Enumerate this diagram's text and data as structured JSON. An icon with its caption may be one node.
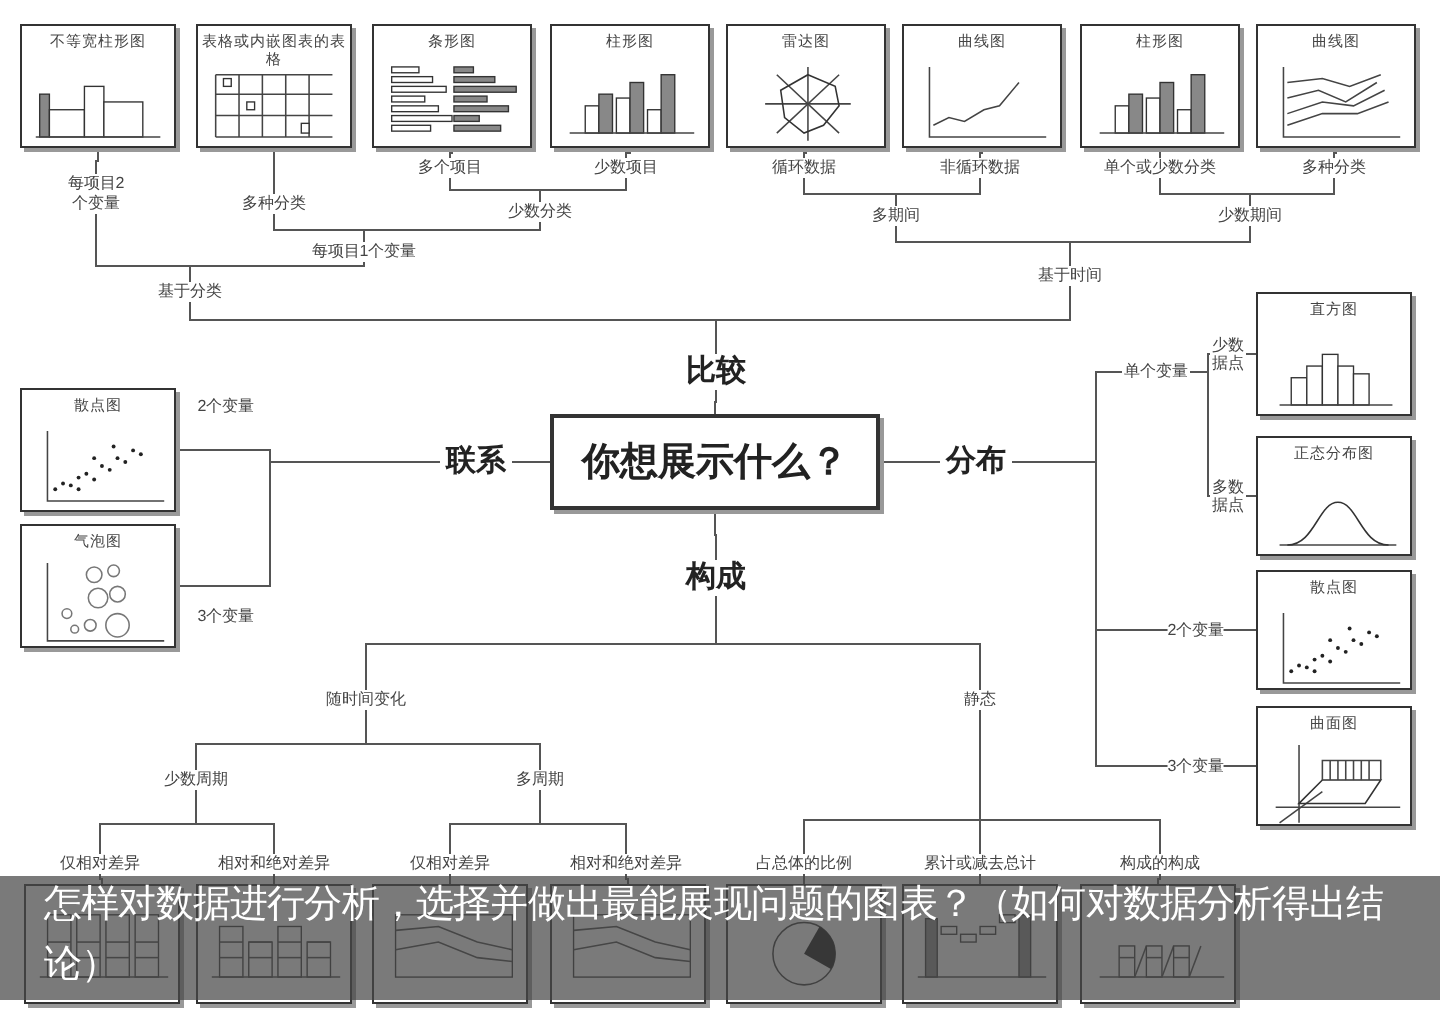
{
  "diagram": {
    "caption": "怎样对数据进行分析，选择并做出最能展现问题的图表？（如何对数据分析得出结论）",
    "nodes": [
      {
        "text": [
          "你想展示什么？"
        ]
      },
      {
        "text": [
          "比较"
        ]
      },
      {
        "text": [
          "联系"
        ]
      },
      {
        "text": [
          "分布"
        ]
      },
      {
        "text": [
          "构成"
        ]
      },
      {
        "text": [
          "基于分类"
        ]
      },
      {
        "text": [
          "基于时间"
        ]
      },
      {
        "text": [
          "每项目2个变量"
        ]
      },
      {
        "text": [
          "每项目1个变量"
        ]
      },
      {
        "text": [
          "多种分类"
        ]
      },
      {
        "text": [
          "少数分类"
        ]
      },
      {
        "text": [
          "多个项目"
        ]
      },
      {
        "text": [
          "少数项目"
        ]
      },
      {
        "text": [
          "多期间"
        ]
      },
      {
        "text": [
          "少数期间"
        ]
      },
      {
        "text": [
          "循环数据"
        ]
      },
      {
        "text": [
          "非循环数据"
        ]
      },
      {
        "text": [
          "单个或少数分类"
        ]
      },
      {
        "text": [
          "多种分类"
        ]
      },
      {
        "text": [
          "不等宽柱形图"
        ]
      },
      {
        "text": [
          "表格或内嵌图表的表格"
        ]
      },
      {
        "text": [
          "条形图"
        ]
      },
      {
        "text": [
          "柱形图"
        ]
      },
      {
        "text": [
          "雷达图"
        ]
      },
      {
        "text": [
          "曲线图"
        ]
      },
      {
        "text": [
          "柱形图"
        ]
      },
      {
        "text": [
          "曲线图"
        ]
      },
      {
        "text": [
          "散点图"
        ]
      },
      {
        "text": [
          "气泡图"
        ]
      },
      {
        "text": [
          "单个变量"
        ]
      },
      {
        "text": [
          "直方图"
        ]
      },
      {
        "text": [
          "正态分布图"
        ]
      },
      {
        "text": [
          "散点图"
        ]
      },
      {
        "text": [
          "曲面图"
        ]
      },
      {
        "text": [
          "随时间变化"
        ]
      },
      {
        "text": [
          "静态"
        ]
      },
      {
        "text": [
          "少数周期"
        ]
      },
      {
        "text": [
          "多周期"
        ]
      },
      {
        "text": [
          "仅相对差异"
        ]
      },
      {
        "text": [
          "相对和绝对差异"
        ]
      },
      {
        "text": [
          "仅相对差异"
        ]
      },
      {
        "text": [
          "相对和绝对差异"
        ]
      },
      {
        "text": [
          "占总体的比例"
        ]
      },
      {
        "text": [
          "累计或减去总计"
        ]
      },
      {
        "text": [
          "构成的构成"
        ]
      },
      {
        "text": [],
        "shape": "picture"
      },
      {
        "text": [],
        "shape": "picture"
      },
      {
        "text": [],
        "shape": "picture"
      },
      {
        "text": [],
        "shape": "picture"
      },
      {
        "text": [],
        "shape": "picture"
      },
      {
        "text": [],
        "shape": "picture"
      },
      {
        "text": [],
        "shape": "picture"
      }
    ],
    "edges": [
      {
        "from": 0,
        "to": 1,
        "arrow": "none"
      },
      {
        "from": 0,
        "to": 2,
        "arrow": "none"
      },
      {
        "from": 0,
        "to": 3,
        "arrow": "none"
      },
      {
        "from": 0,
        "to": 4,
        "arrow": "none"
      },
      {
        "from": 1,
        "to": 5,
        "arrow": "none"
      },
      {
        "from": 1,
        "to": 6,
        "arrow": "none"
      },
      {
        "from": 5,
        "to": 7,
        "arrow": "none"
      },
      {
        "from": 5,
        "to": 8,
        "arrow": "none"
      },
      {
        "from": 7,
        "to": 19,
        "arrow": "none"
      },
      {
        "from": 8,
        "to": 9,
        "arrow": "none"
      },
      {
        "from": 8,
        "to": 10,
        "arrow": "none"
      },
      {
        "from": 9,
        "to": 20,
        "arrow": "none"
      },
      {
        "from": 10,
        "to": 11,
        "arrow": "none"
      },
      {
        "from": 10,
        "to": 12,
        "arrow": "none"
      },
      {
        "from": 11,
        "to": 21,
        "arrow": "none"
      },
      {
        "from": 12,
        "to": 22,
        "arrow": "none"
      },
      {
        "from": 6,
        "to": 13,
        "arrow": "none"
      },
      {
        "from": 6,
        "to": 14,
        "arrow": "none"
      },
      {
        "from": 13,
        "to": 15,
        "arrow": "none"
      },
      {
        "from": 13,
        "to": 16,
        "arrow": "none"
      },
      {
        "from": 14,
        "to": 17,
        "arrow": "none"
      },
      {
        "from": 14,
        "to": 18,
        "arrow": "none"
      },
      {
        "from": 15,
        "to": 23,
        "arrow": "none"
      },
      {
        "from": 16,
        "to": 24,
        "arrow": "none"
      },
      {
        "from": 17,
        "to": 25,
        "arrow": "none"
      },
      {
        "from": 18,
        "to": 26,
        "arrow": "none"
      },
      {
        "from": 2,
        "to": 27,
        "arrow": "none",
        "label": "2个变量"
      },
      {
        "from": 2,
        "to": 28,
        "arrow": "none",
        "label": "3个变量"
      },
      {
        "from": 3,
        "to": 29,
        "arrow": "none"
      },
      {
        "from": 29,
        "to": 30,
        "arrow": "none",
        "label": "少数据点"
      },
      {
        "from": 29,
        "to": 31,
        "arrow": "none",
        "label": "多数据点"
      },
      {
        "from": 3,
        "to": 32,
        "arrow": "none",
        "label": "2个变量"
      },
      {
        "from": 3,
        "to": 33,
        "arrow": "none",
        "label": "3个变量"
      },
      {
        "from": 4,
        "to": 34,
        "arrow": "none"
      },
      {
        "from": 4,
        "to": 35,
        "arrow": "none"
      },
      {
        "from": 34,
        "to": 36,
        "arrow": "none"
      },
      {
        "from": 34,
        "to": 37,
        "arrow": "none"
      },
      {
        "from": 35,
        "to": 42,
        "arrow": "none"
      },
      {
        "from": 35,
        "to": 43,
        "arrow": "none"
      },
      {
        "from": 35,
        "to": 44,
        "arrow": "none"
      },
      {
        "from": 36,
        "to": 38,
        "arrow": "none"
      },
      {
        "from": 36,
        "to": 39,
        "arrow": "none"
      },
      {
        "from": 37,
        "to": 40,
        "arrow": "none"
      },
      {
        "from": 37,
        "to": 41,
        "arrow": "none"
      },
      {
        "from": 38,
        "to": 45,
        "arrow": "none"
      },
      {
        "from": 39,
        "to": 46,
        "arrow": "none"
      },
      {
        "from": 40,
        "to": 47,
        "arrow": "none"
      },
      {
        "from": 41,
        "to": 48,
        "arrow": "none"
      },
      {
        "from": 42,
        "to": 49,
        "arrow": "none"
      },
      {
        "from": 43,
        "to": 50,
        "arrow": "none"
      },
      {
        "from": 44,
        "to": 51,
        "arrow": "none"
      }
    ]
  }
}
